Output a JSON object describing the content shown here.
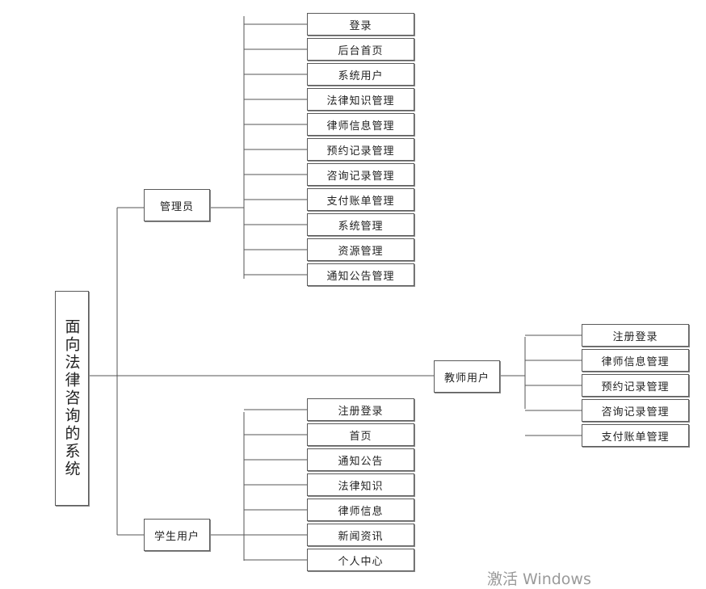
{
  "diagram": {
    "root_label": "面向法律咨询的系统",
    "branches": {
      "admin": {
        "label": "管理员",
        "items": [
          "登录",
          "后台首页",
          "系统用户",
          "法律知识管理",
          "律师信息管理",
          "预约记录管理",
          "咨询记录管理",
          "支付账单管理",
          "系统管理",
          "资源管理",
          "通知公告管理"
        ]
      },
      "teacher": {
        "label": "教师用户",
        "items": [
          "注册登录",
          "律师信息管理",
          "预约记录管理",
          "咨询记录管理",
          "支付账单管理"
        ]
      },
      "student": {
        "label": "学生用户",
        "items": [
          "注册登录",
          "首页",
          "通知公告",
          "法律知识",
          "律师信息",
          "新闻资讯",
          "个人中心"
        ]
      }
    }
  },
  "watermark": {
    "text": "激活 Windows"
  }
}
